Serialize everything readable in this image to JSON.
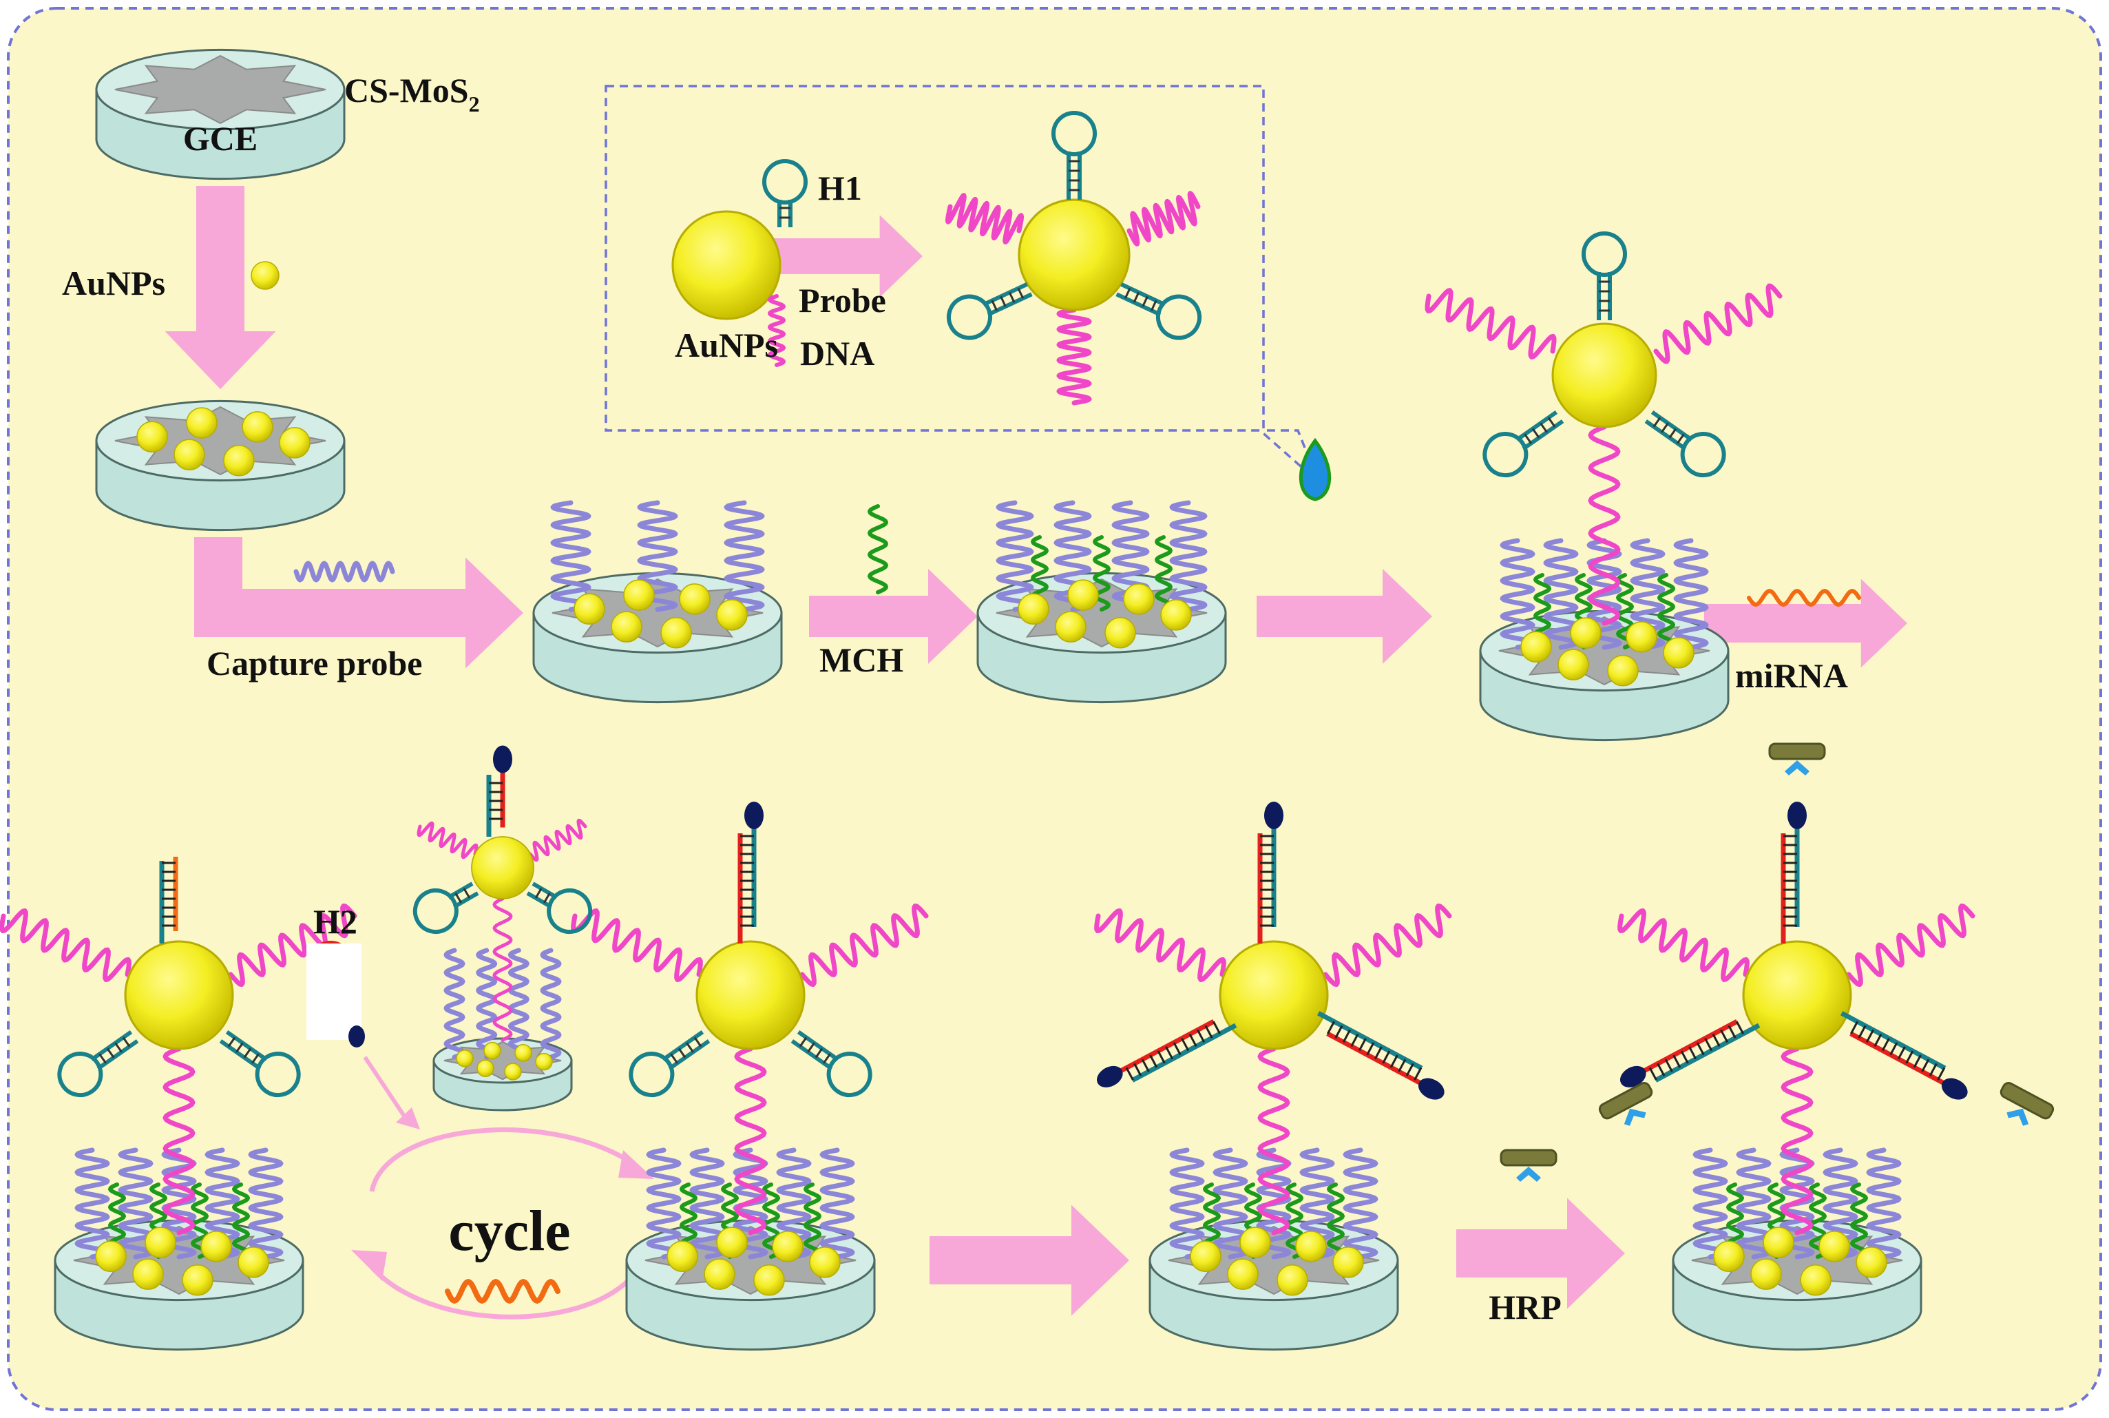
{
  "labels": {
    "electrode": "GCE",
    "film": "CS-MoS",
    "film_subscript": "2",
    "gold_np_left": "AuNPs",
    "gold_np_inset": "AuNPs",
    "hairpin1": "H1",
    "probe_line1": "Probe",
    "probe_line2": "DNA",
    "capture_probe": "Capture probe",
    "mch": "MCH",
    "mirna": "miRNA",
    "hairpin2": "H2",
    "cycle": "cycle",
    "hrp": "HRP"
  },
  "colors": {
    "background": "#fbf7c8",
    "frame_dash": "#6f74d6",
    "arrow": "#f7a8d8",
    "electrode_side": "#bfe3da",
    "electrode_edge": "#4d6b64",
    "mos2": "#a9abaa",
    "gold": "#f4ee23",
    "gold_dark": "#b7ad00",
    "capture_probe": "#8c86d8",
    "mch": "#1b9a1b",
    "probe_dna": "#f046c8",
    "hairpin_teal": "#19818c",
    "h2_red": "#e3201b",
    "mirna_orange": "#f26a12",
    "label_navy": "#0d1a5b",
    "hrp_olive": "#7a7a3a",
    "hrp_blue": "#2f9fe8"
  }
}
